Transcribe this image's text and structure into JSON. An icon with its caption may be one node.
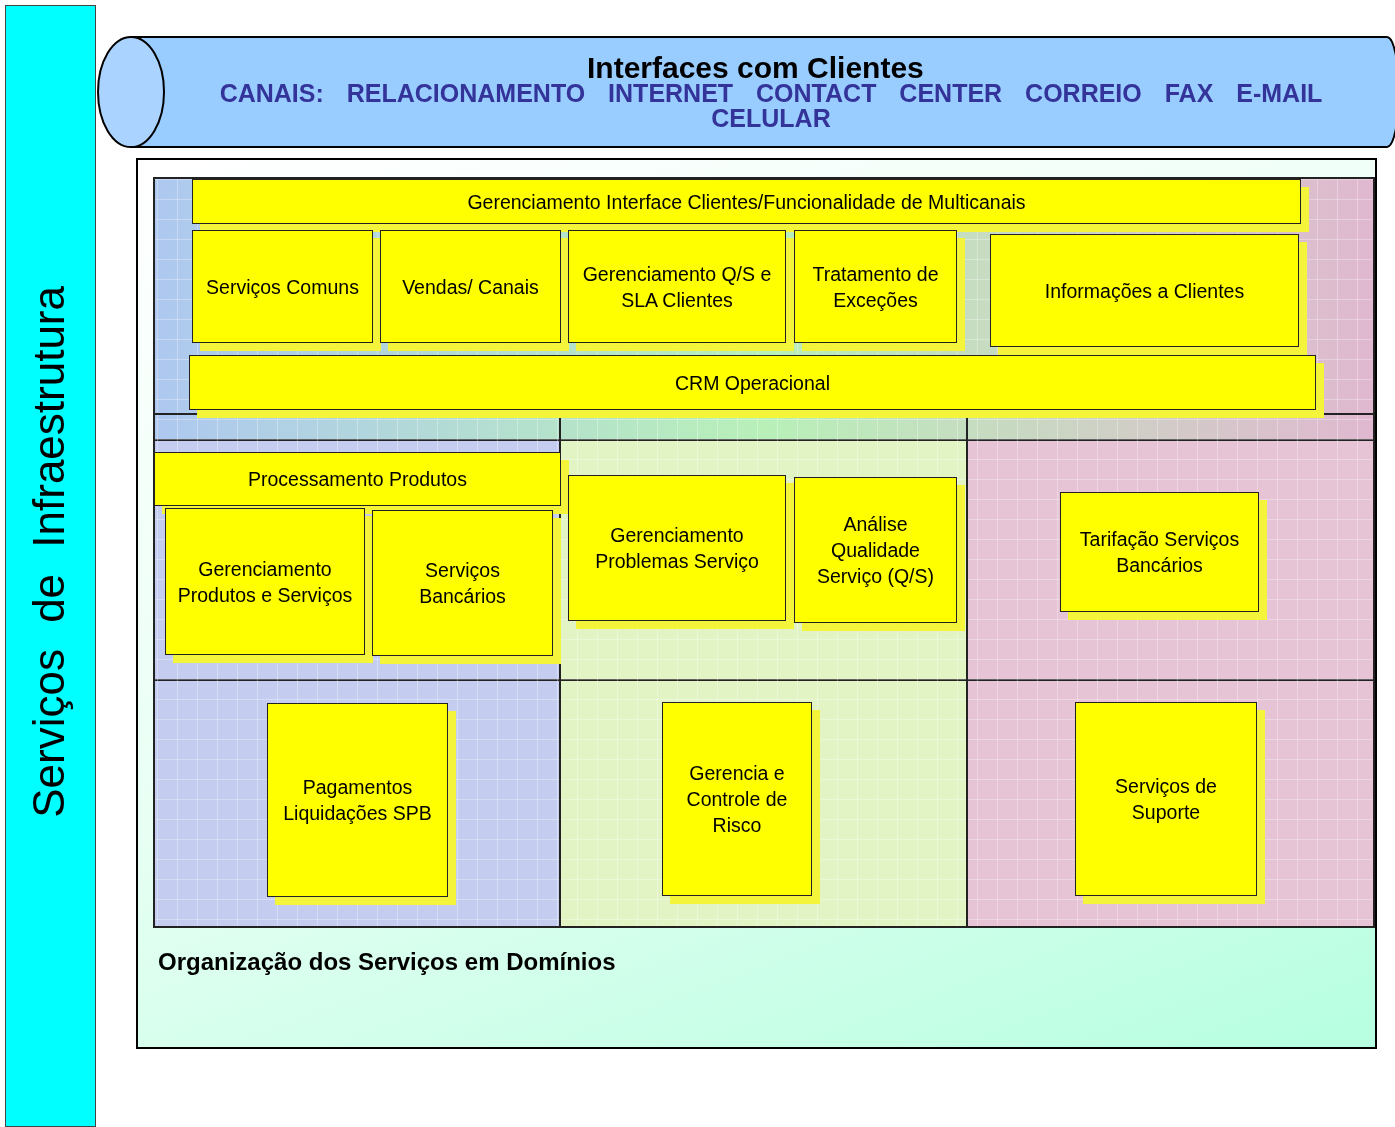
{
  "diagram": {
    "nodes": [
      {
        "text": [
          "Serviços de Infraestrutura"
        ]
      },
      {
        "text": [
          "Interfaces com Clientes",
          "CANAIS: RELACIONAMENTO INTERNET CONTACT CENTER CORREIO FAX E-MAIL CELULAR"
        ]
      },
      {
        "text": [
          "Organização dos Serviços em Domínios"
        ]
      },
      {
        "text": [
          "Gerenciamento Interface Clientes/Funcionalidade de Multicanais"
        ],
        "in": 2
      },
      {
        "text": [
          "Serviços Comuns"
        ],
        "in": 2
      },
      {
        "text": [
          "Vendas/ Canais"
        ],
        "in": 2
      },
      {
        "text": [
          "Gerenciamento Q/S e SLA Clientes"
        ],
        "in": 2
      },
      {
        "text": [
          "Tratamento de Exceções"
        ],
        "in": 2
      },
      {
        "text": [
          "Informações a Clientes"
        ],
        "in": 2
      },
      {
        "text": [
          "CRM Operacional"
        ],
        "in": 2
      },
      {
        "text": [
          "Processamento Produtos"
        ],
        "in": 2
      },
      {
        "text": [
          "Gerenciamento Produtos e Serviços"
        ],
        "in": 2
      },
      {
        "text": [
          "Serviços Bancários"
        ],
        "in": 2
      },
      {
        "text": [
          "Gerenciamento Problemas Serviço"
        ],
        "in": 2
      },
      {
        "text": [
          "Análise Qualidade Serviço (Q/S)"
        ],
        "in": 2
      },
      {
        "text": [
          "Tarifação Serviços Bancários"
        ],
        "in": 2
      },
      {
        "text": [
          "Pagamentos Liquidações SPB"
        ],
        "in": 2
      },
      {
        "text": [
          "Gerencia e Controle de Risco"
        ],
        "in": 2
      },
      {
        "text": [
          "Serviços de Suporte"
        ],
        "in": 2
      }
    ]
  }
}
